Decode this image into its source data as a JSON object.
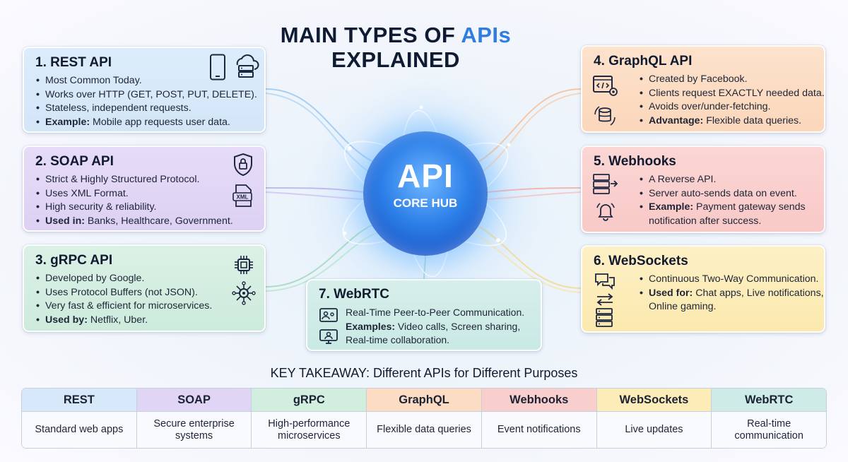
{
  "title": {
    "prefix": "MAIN TYPES OF ",
    "accent": "APIs",
    "line2": "EXPLAINED"
  },
  "hub": {
    "big": "API",
    "small": "CORE HUB"
  },
  "colors": {
    "accent": "#2f7de0",
    "hub": "#2c7fe8",
    "rest": "#d8e9fa",
    "soap": "#e2d7f5",
    "grpc": "#d4eee1",
    "graphql": "#fcddc4",
    "webhooks": "#fad0ce",
    "websockets": "#fcedba",
    "webrtc": "#d0ece8"
  },
  "cards": {
    "rest": {
      "title": "1. REST API",
      "items": [
        "Most Common Today.",
        "Works over HTTP (GET, POST, PUT, DELETE).",
        "Stateless, independent requests."
      ],
      "ex_label": "Example:",
      "ex_text": " Mobile app requests user data.",
      "icons": [
        "smartphone-icon",
        "cloud-server-icon"
      ]
    },
    "soap": {
      "title": "2. SOAP API",
      "items": [
        "Strict & Highly Structured Protocol.",
        "Uses XML Format.",
        "High security & reliability."
      ],
      "ex_label": "Used in:",
      "ex_text": " Banks, Healthcare, Government.",
      "icons": [
        "shield-lock-icon",
        "xml-file-icon"
      ],
      "xml_badge": "XML"
    },
    "grpc": {
      "title": "3. gRPC API",
      "items": [
        "Developed by Google.",
        "Uses Protocol Buffers (not JSON).",
        "Very fast & efficient for microservices."
      ],
      "ex_label": "Used by:",
      "ex_text": " Netflix, Uber.",
      "icons": [
        "chip-icon",
        "network-gear-icon"
      ]
    },
    "graphql": {
      "title": "4. GraphQL API",
      "items": [
        "Created by Facebook.",
        "Clients request EXACTLY needed data.",
        "Avoids over/under-fetching."
      ],
      "ex_label": "Advantage:",
      "ex_text": " Flexible data queries.",
      "icons": [
        "code-gear-icon",
        "database-sync-icon"
      ]
    },
    "webhooks": {
      "title": "5. Webhooks",
      "items": [
        "A Reverse API.",
        "Server auto-sends data on event."
      ],
      "ex_label": "Example:",
      "ex_text": " Payment gateway sends",
      "ex_cont": "notification after success.",
      "icons": [
        "server-arrow-icon",
        "bell-icon"
      ]
    },
    "websockets": {
      "title": "6. WebSockets",
      "items": [
        "Continuous Two-Way Communication."
      ],
      "ex_label": "Used for:",
      "ex_text": " Chat apps, Live notifications,",
      "ex_cont": "Online gaming.",
      "icons": [
        "chat-bubbles-icon",
        "two-way-arrows-icon",
        "server-stack-icon"
      ]
    },
    "webrtc": {
      "title": "7. WebRTC",
      "line1": "Real-Time Peer-to-Peer Communication.",
      "ex_label": "Examples:",
      "ex_text": " Video calls, Screen sharing,",
      "ex_cont": "Real-time collaboration.",
      "icons": [
        "video-call-icon",
        "screen-share-icon"
      ]
    }
  },
  "takeaway": "KEY TAKEAWAY: Different APIs for Different Purposes",
  "table": [
    {
      "name": "REST",
      "use": "Standard web apps",
      "color": "#d6e8fa"
    },
    {
      "name": "SOAP",
      "use": "Secure enterprise systems",
      "color": "#e0d5f5"
    },
    {
      "name": "gRPC",
      "use": "High-performance microservices",
      "color": "#d2eedf"
    },
    {
      "name": "GraphQL",
      "use": "Flexible data queries",
      "color": "#fcdcc2"
    },
    {
      "name": "Webhooks",
      "use": "Event notifications",
      "color": "#f9cfcd"
    },
    {
      "name": "WebSockets",
      "use": "Live updates",
      "color": "#fcecb7"
    },
    {
      "name": "WebRTC",
      "use": "Real-time communication",
      "color": "#cfebe7"
    }
  ]
}
